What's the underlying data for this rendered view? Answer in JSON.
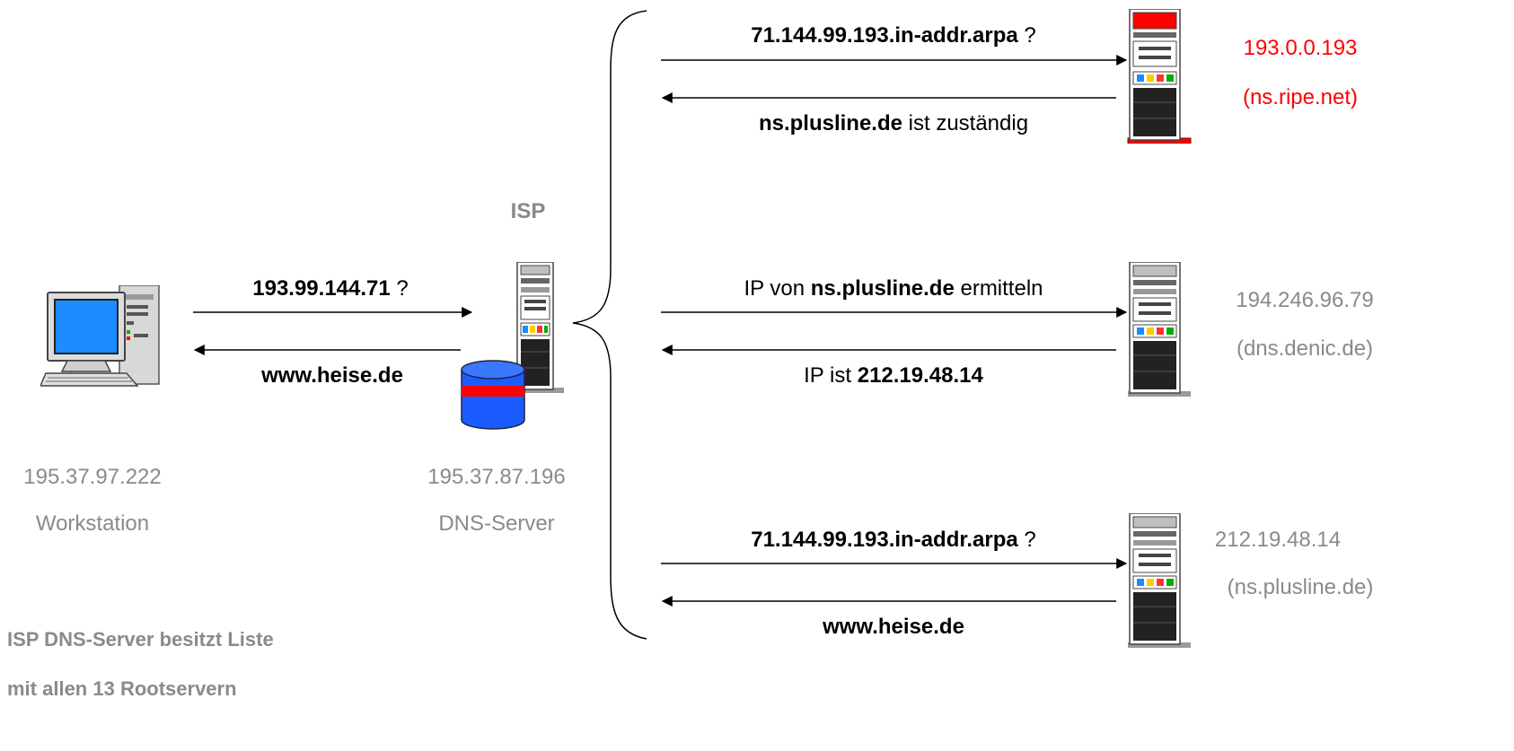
{
  "workstation": {
    "ip": "195.37.97.222",
    "name": "Workstation"
  },
  "isp": {
    "label": "ISP",
    "ip": "195.37.87.196",
    "name": "DNS-Server",
    "note_line1": "ISP DNS-Server besitzt Liste",
    "note_line2": "mit allen 13 Rootservern"
  },
  "client_exchange": {
    "query_bold": "193.99.144.71",
    "query_suffix": " ?",
    "answer_bold": "www.heise.de"
  },
  "servers": [
    {
      "ip": "193.0.0.193",
      "name": "(ns.ripe.net)",
      "color": "#ff0000",
      "request": {
        "pre": "",
        "bold": "71.144.99.193.in-addr.arpa",
        "post": " ?"
      },
      "response": {
        "pre": "",
        "bold": "ns.plusline.de",
        "post": " ist zuständig"
      }
    },
    {
      "ip": "194.246.96.79",
      "name": "(dns.denic.de)",
      "color": "#8a8a8a",
      "request": {
        "pre": "IP von ",
        "bold": "ns.plusline.de",
        "post": " ermitteln"
      },
      "response": {
        "pre": "IP ist ",
        "bold": "212.19.48.14",
        "post": ""
      }
    },
    {
      "ip": "212.19.48.14",
      "name": "(ns.plusline.de)",
      "color": "#8a8a8a",
      "request": {
        "pre": "",
        "bold": "71.144.99.193.in-addr.arpa",
        "post": " ?"
      },
      "response": {
        "pre": "",
        "bold": "www.heise.de",
        "post": ""
      }
    }
  ]
}
